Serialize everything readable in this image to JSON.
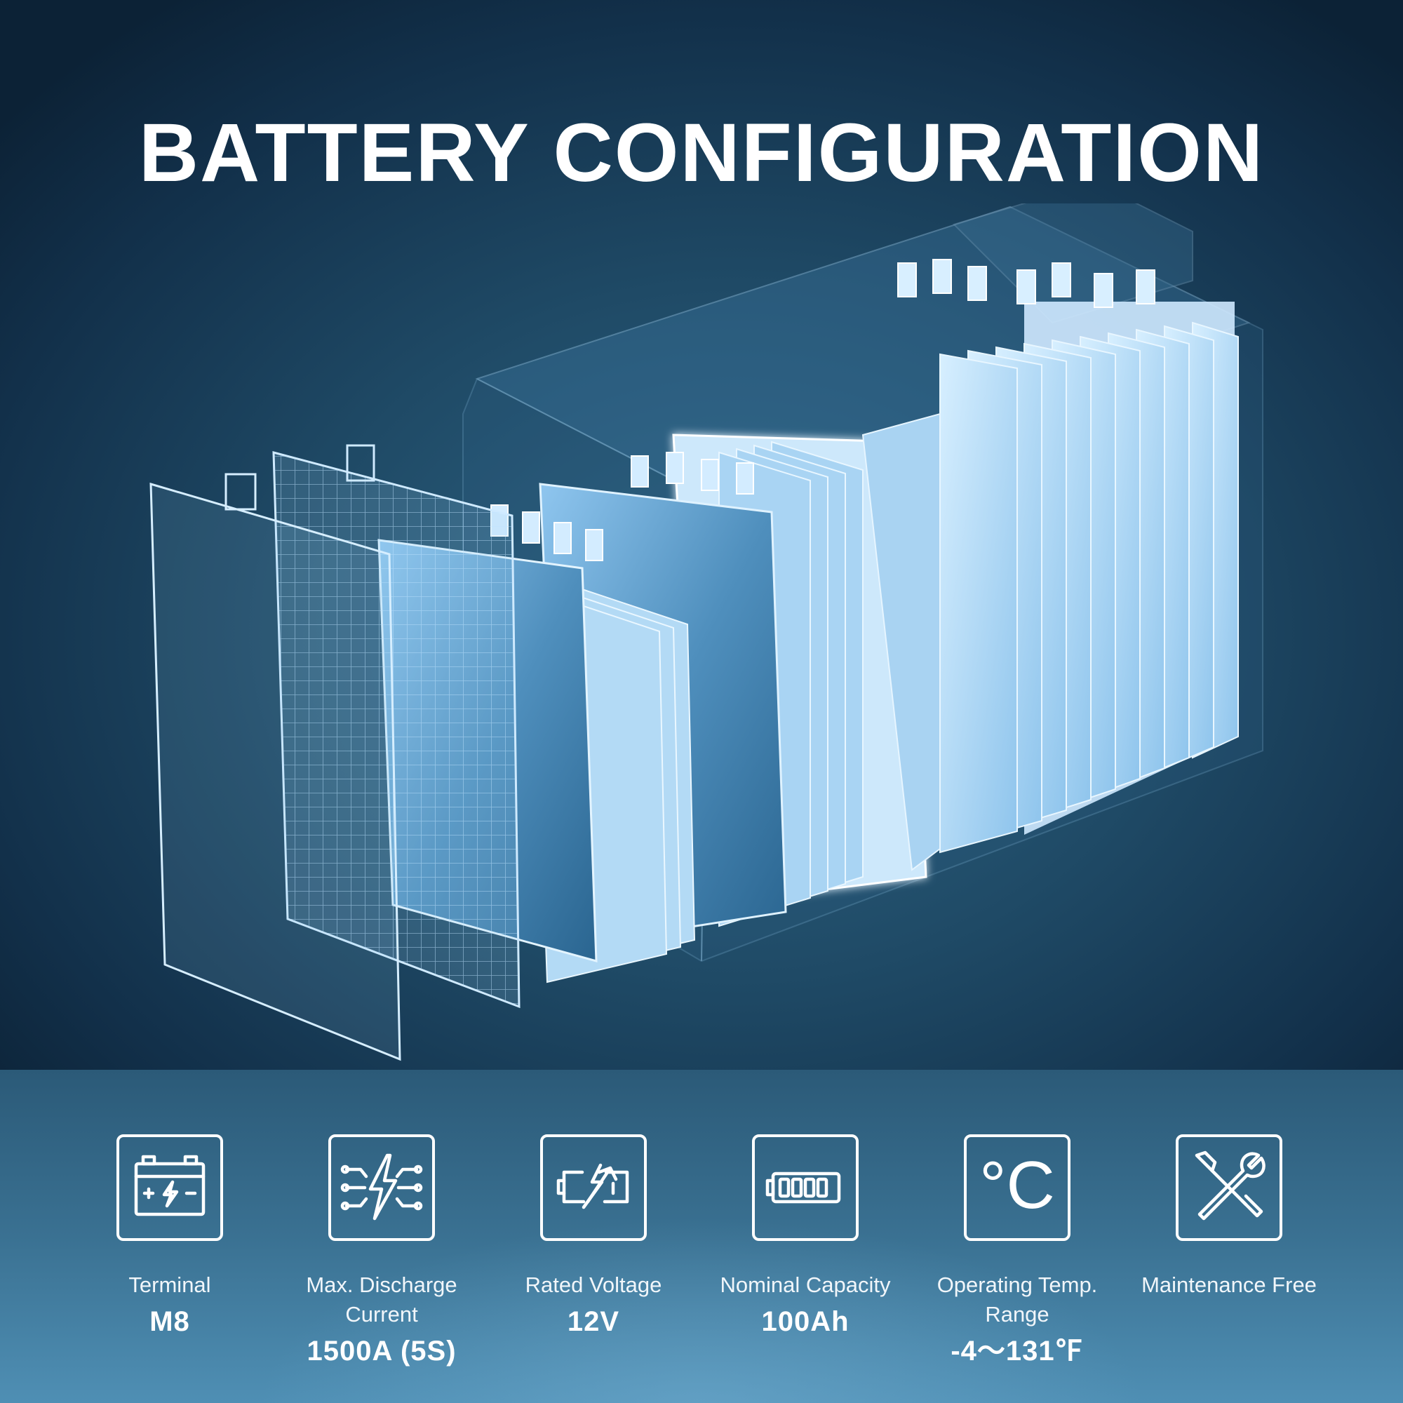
{
  "title": "BATTERY CONFIGURATION",
  "specs": [
    {
      "icon": "battery-terminal-icon",
      "label": "Terminal",
      "value": "M8"
    },
    {
      "icon": "discharge-bolt-icon",
      "label": "Max. Discharge Current",
      "value": "1500A (5S)"
    },
    {
      "icon": "charging-battery-icon",
      "label": "Rated Voltage",
      "value": "12V"
    },
    {
      "icon": "battery-level-icon",
      "label": "Nominal Capacity",
      "value": "100Ah"
    },
    {
      "icon": "celsius-icon",
      "label": "Operating Temp. Range",
      "value": "-4～131℉",
      "glyph": "°C"
    },
    {
      "icon": "wrench-screwdriver-icon",
      "label": "Maintenance Free",
      "value": ""
    }
  ],
  "colors": {
    "accent": "#ffffff",
    "cell": "#bfe3ff",
    "background": "#1f4a66"
  }
}
